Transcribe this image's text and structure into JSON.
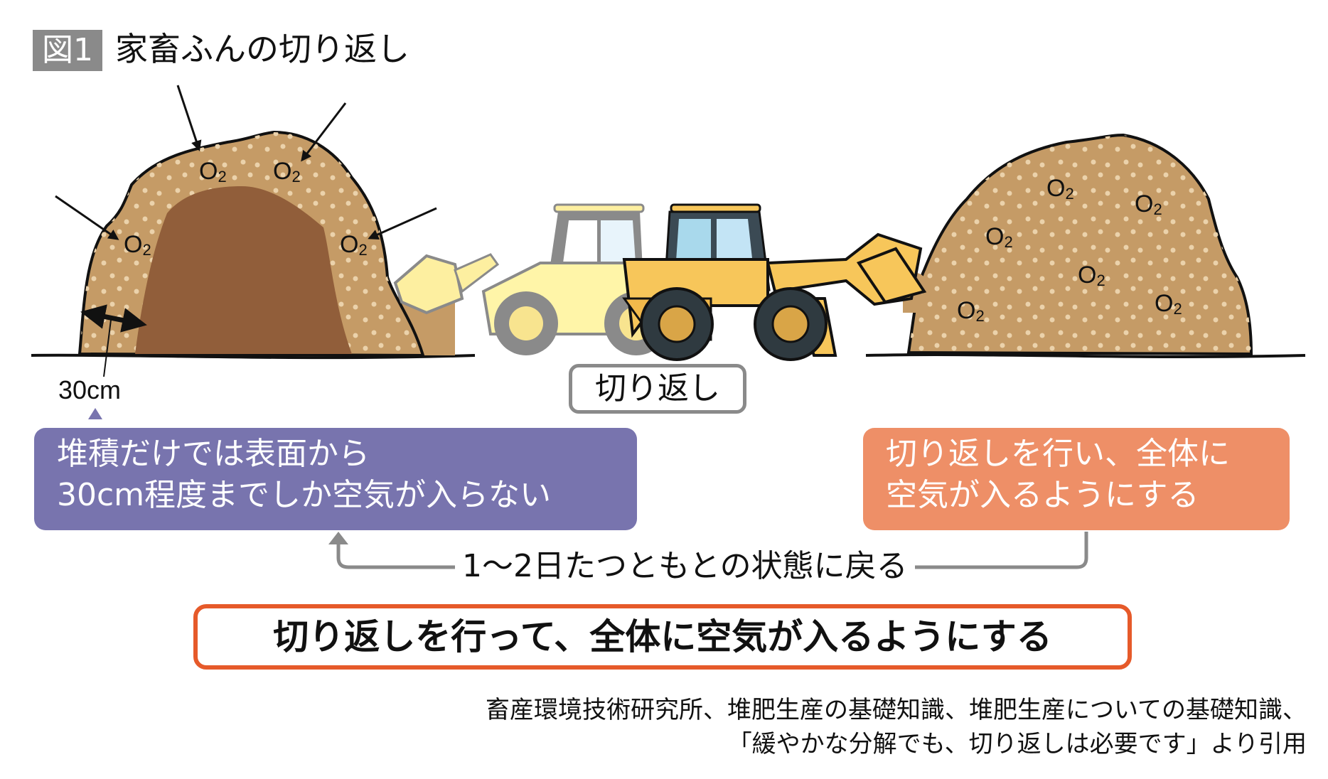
{
  "figure": {
    "badge": "図1",
    "title": "家畜ふんの切り返し"
  },
  "left_pile": {
    "o2_labels": [
      "O2",
      "O2",
      "O2",
      "O2"
    ],
    "measure_label": "30cm",
    "colors": {
      "outer": "#C59B66",
      "inner": "#915E3A",
      "dots": "#EBD2AB"
    }
  },
  "center": {
    "action_label": "切り返し"
  },
  "right_pile": {
    "o2_labels": [
      "O2",
      "O2",
      "O2",
      "O2",
      "O2",
      "O2"
    ]
  },
  "callouts": {
    "left": {
      "lines": [
        "堆積だけでは表面から",
        "30cm程度までしか空気が入らない"
      ],
      "color": "#7874AE"
    },
    "right": {
      "lines": [
        "切り返しを行い、全体に",
        "空気が入るようにする"
      ],
      "color": "#EE8F67"
    }
  },
  "return_arrow": {
    "label": "1～2日たつともとの状態に戻る"
  },
  "conclusion": {
    "text": "切り返しを行って、全体に空気が入るようにする",
    "border_color": "#E65A2A"
  },
  "citation": {
    "lines": [
      "畜産環境技術研究所、堆肥生産の基礎知識、堆肥生産についての基礎知識、",
      "「緩やかな分解でも、切り返しは必要です」より引用"
    ]
  }
}
